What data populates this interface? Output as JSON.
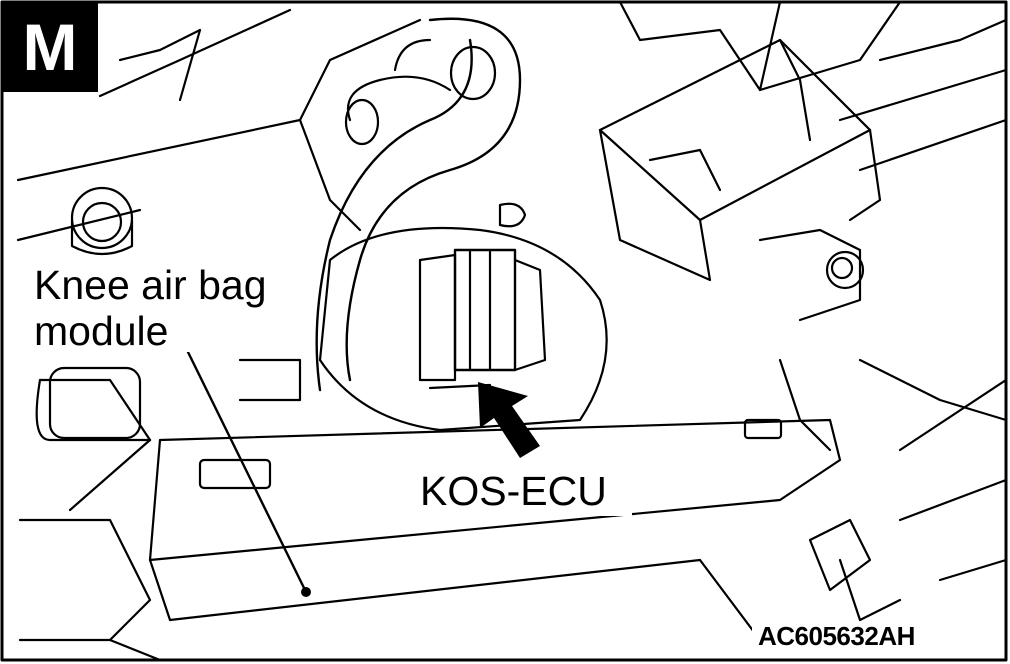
{
  "badge": {
    "letter": "M"
  },
  "labels": {
    "knee_line1": "Knee air bag",
    "knee_line2": "module",
    "kos_ecu": "KOS-ECU"
  },
  "figure_code": "AC605632AH",
  "colors": {
    "ink": "#000000",
    "paper": "#ffffff"
  }
}
